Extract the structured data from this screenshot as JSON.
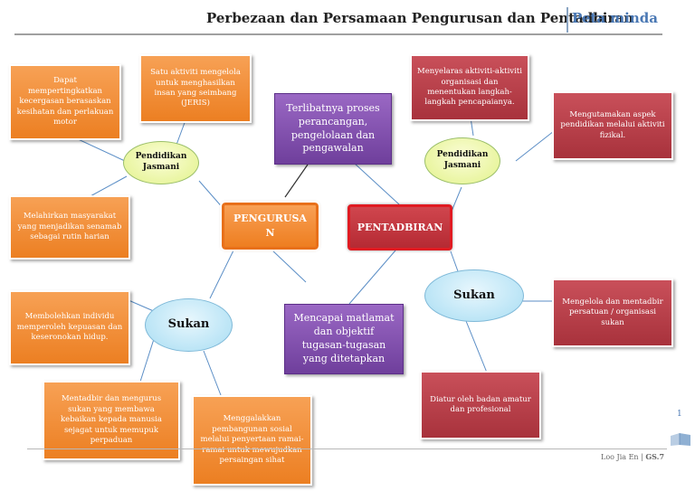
{
  "header": {
    "title": "Perbezaan dan Persamaan Pengurusan dan Pentadbiran",
    "subtitle": "Peta minda"
  },
  "footer": {
    "author": "Loo Jia En",
    "code": "GS.7",
    "page_number": "1"
  },
  "central": {
    "left": "PENGURUSAN",
    "right": "PENTADBIRAN"
  },
  "shared": {
    "top": "Terlibatnya proses perancangan, pengelolaan dan pengawalan",
    "bottom": "Mencapai matlamat dan objektif tugasan-tugasan yang ditetapkan"
  },
  "pengurusan": {
    "pendidikan_jasmani": {
      "label": "Pendidikan Jasmani",
      "points": [
        "Dapat mempertingkatkan kecergasan berasaskan kesihatan dan perlakuan motor",
        "Satu aktiviti mengelola untuk menghasilkan insan yang seimbang (JERIS)",
        "Melahirkan masyarakat yang menjadikan senamab sebagai rutin harian"
      ]
    },
    "sukan": {
      "label": "Sukan",
      "points": [
        "Membolehkan individu memperoleh kepuasan dan keseronokan hidup.",
        "Mentadbir dan mengurus sukan yang membawa kebaikan kepada manusia sejagat untuk memupuk perpaduan",
        "Menggalakkan pembangunan sosial melalui penyertaan ramai-ramai untuk mewujudkan persaingan sihat"
      ]
    }
  },
  "pentadbiran": {
    "pendidikan_jasmani": {
      "label": "Pendidikan Jasmani",
      "points": [
        "Menyelaras aktiviti-aktiviti organisasi dan menentukan langkah-langkah pencapaianya.",
        "Mengutamakan aspek pendidikan melalui aktiviti fizikal."
      ]
    },
    "sukan": {
      "label": "Sukan",
      "points": [
        "Mengelola dan mentadbir persatuan / organisasi sukan",
        "Diatur oleh badan amatur dan profesional"
      ]
    }
  },
  "colors": {
    "orange": "#ee7e20",
    "red": "#b52a33",
    "purple": "#6f3f9c",
    "green_ellipse": "#e2f28a",
    "blue_ellipse": "#a8ddf3",
    "subtitle": "#4a78b4"
  }
}
